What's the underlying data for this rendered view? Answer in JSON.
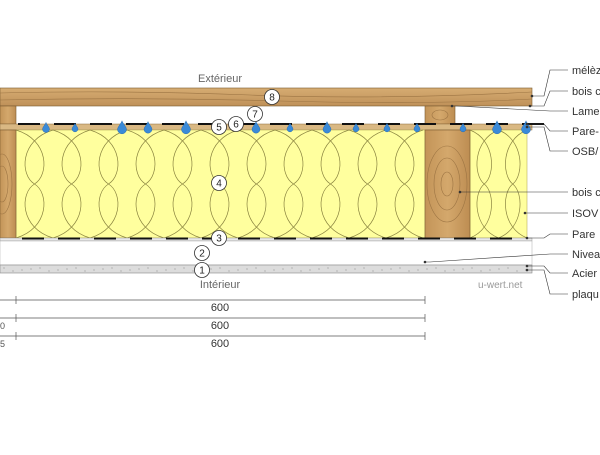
{
  "top_label": "Extérieur",
  "bottom_label": "Intérieur",
  "watermark": "u-wert.net",
  "callouts": [
    "1",
    "2",
    "3",
    "4",
    "5",
    "6",
    "7",
    "8"
  ],
  "legend": [
    "mélèz",
    "bois c",
    "Lame",
    "Pare-",
    "OSB/",
    "bois c",
    "ISOV",
    "Pare",
    "Nivea",
    "Acier",
    "plaqu"
  ],
  "dimensions": [
    {
      "text": "600",
      "left": ""
    },
    {
      "text": "600",
      "left": "0"
    },
    {
      "text": "600",
      "left": "5"
    }
  ],
  "colors": {
    "wood": "#c79b63",
    "insulation": "#ffff9e",
    "membrane": "#e8e8e8",
    "plaster": "#dcdcdc",
    "droplet": "#3a8ad8"
  }
}
